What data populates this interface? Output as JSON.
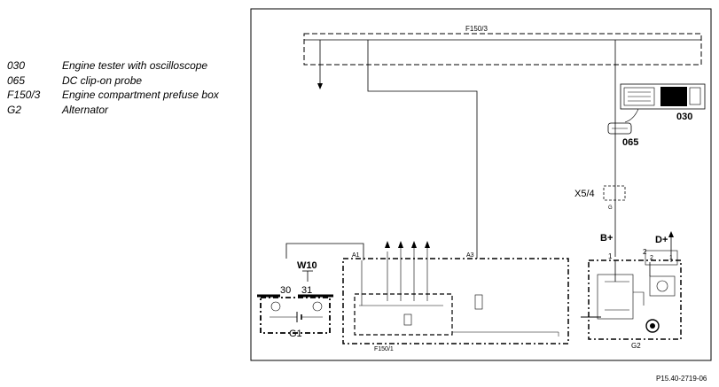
{
  "legend": [
    {
      "code": "030",
      "description": "Engine tester with oscilloscope"
    },
    {
      "code": "065",
      "description": "DC clip-on probe"
    },
    {
      "code": "F150/3",
      "description": "Engine compartment prefuse box"
    },
    {
      "code": "G2",
      "description": "Alternator"
    }
  ],
  "labels": {
    "f150_3": "F150/3",
    "c030": "030",
    "c065": "065",
    "x5_4": "X5/4",
    "bplus": "B+",
    "dplus": "D+",
    "w10": "W10",
    "t30": "30",
    "t31": "31",
    "g1": "G1",
    "a1": "A1",
    "a3": "A3",
    "f150_1": "F150/1",
    "g2": "G2",
    "pin1": "1",
    "pin2": "2",
    "pin2b": "2",
    "pin1b": "1",
    "g_wire": "G",
    "doc_ref": "P15.40-2719-06"
  }
}
